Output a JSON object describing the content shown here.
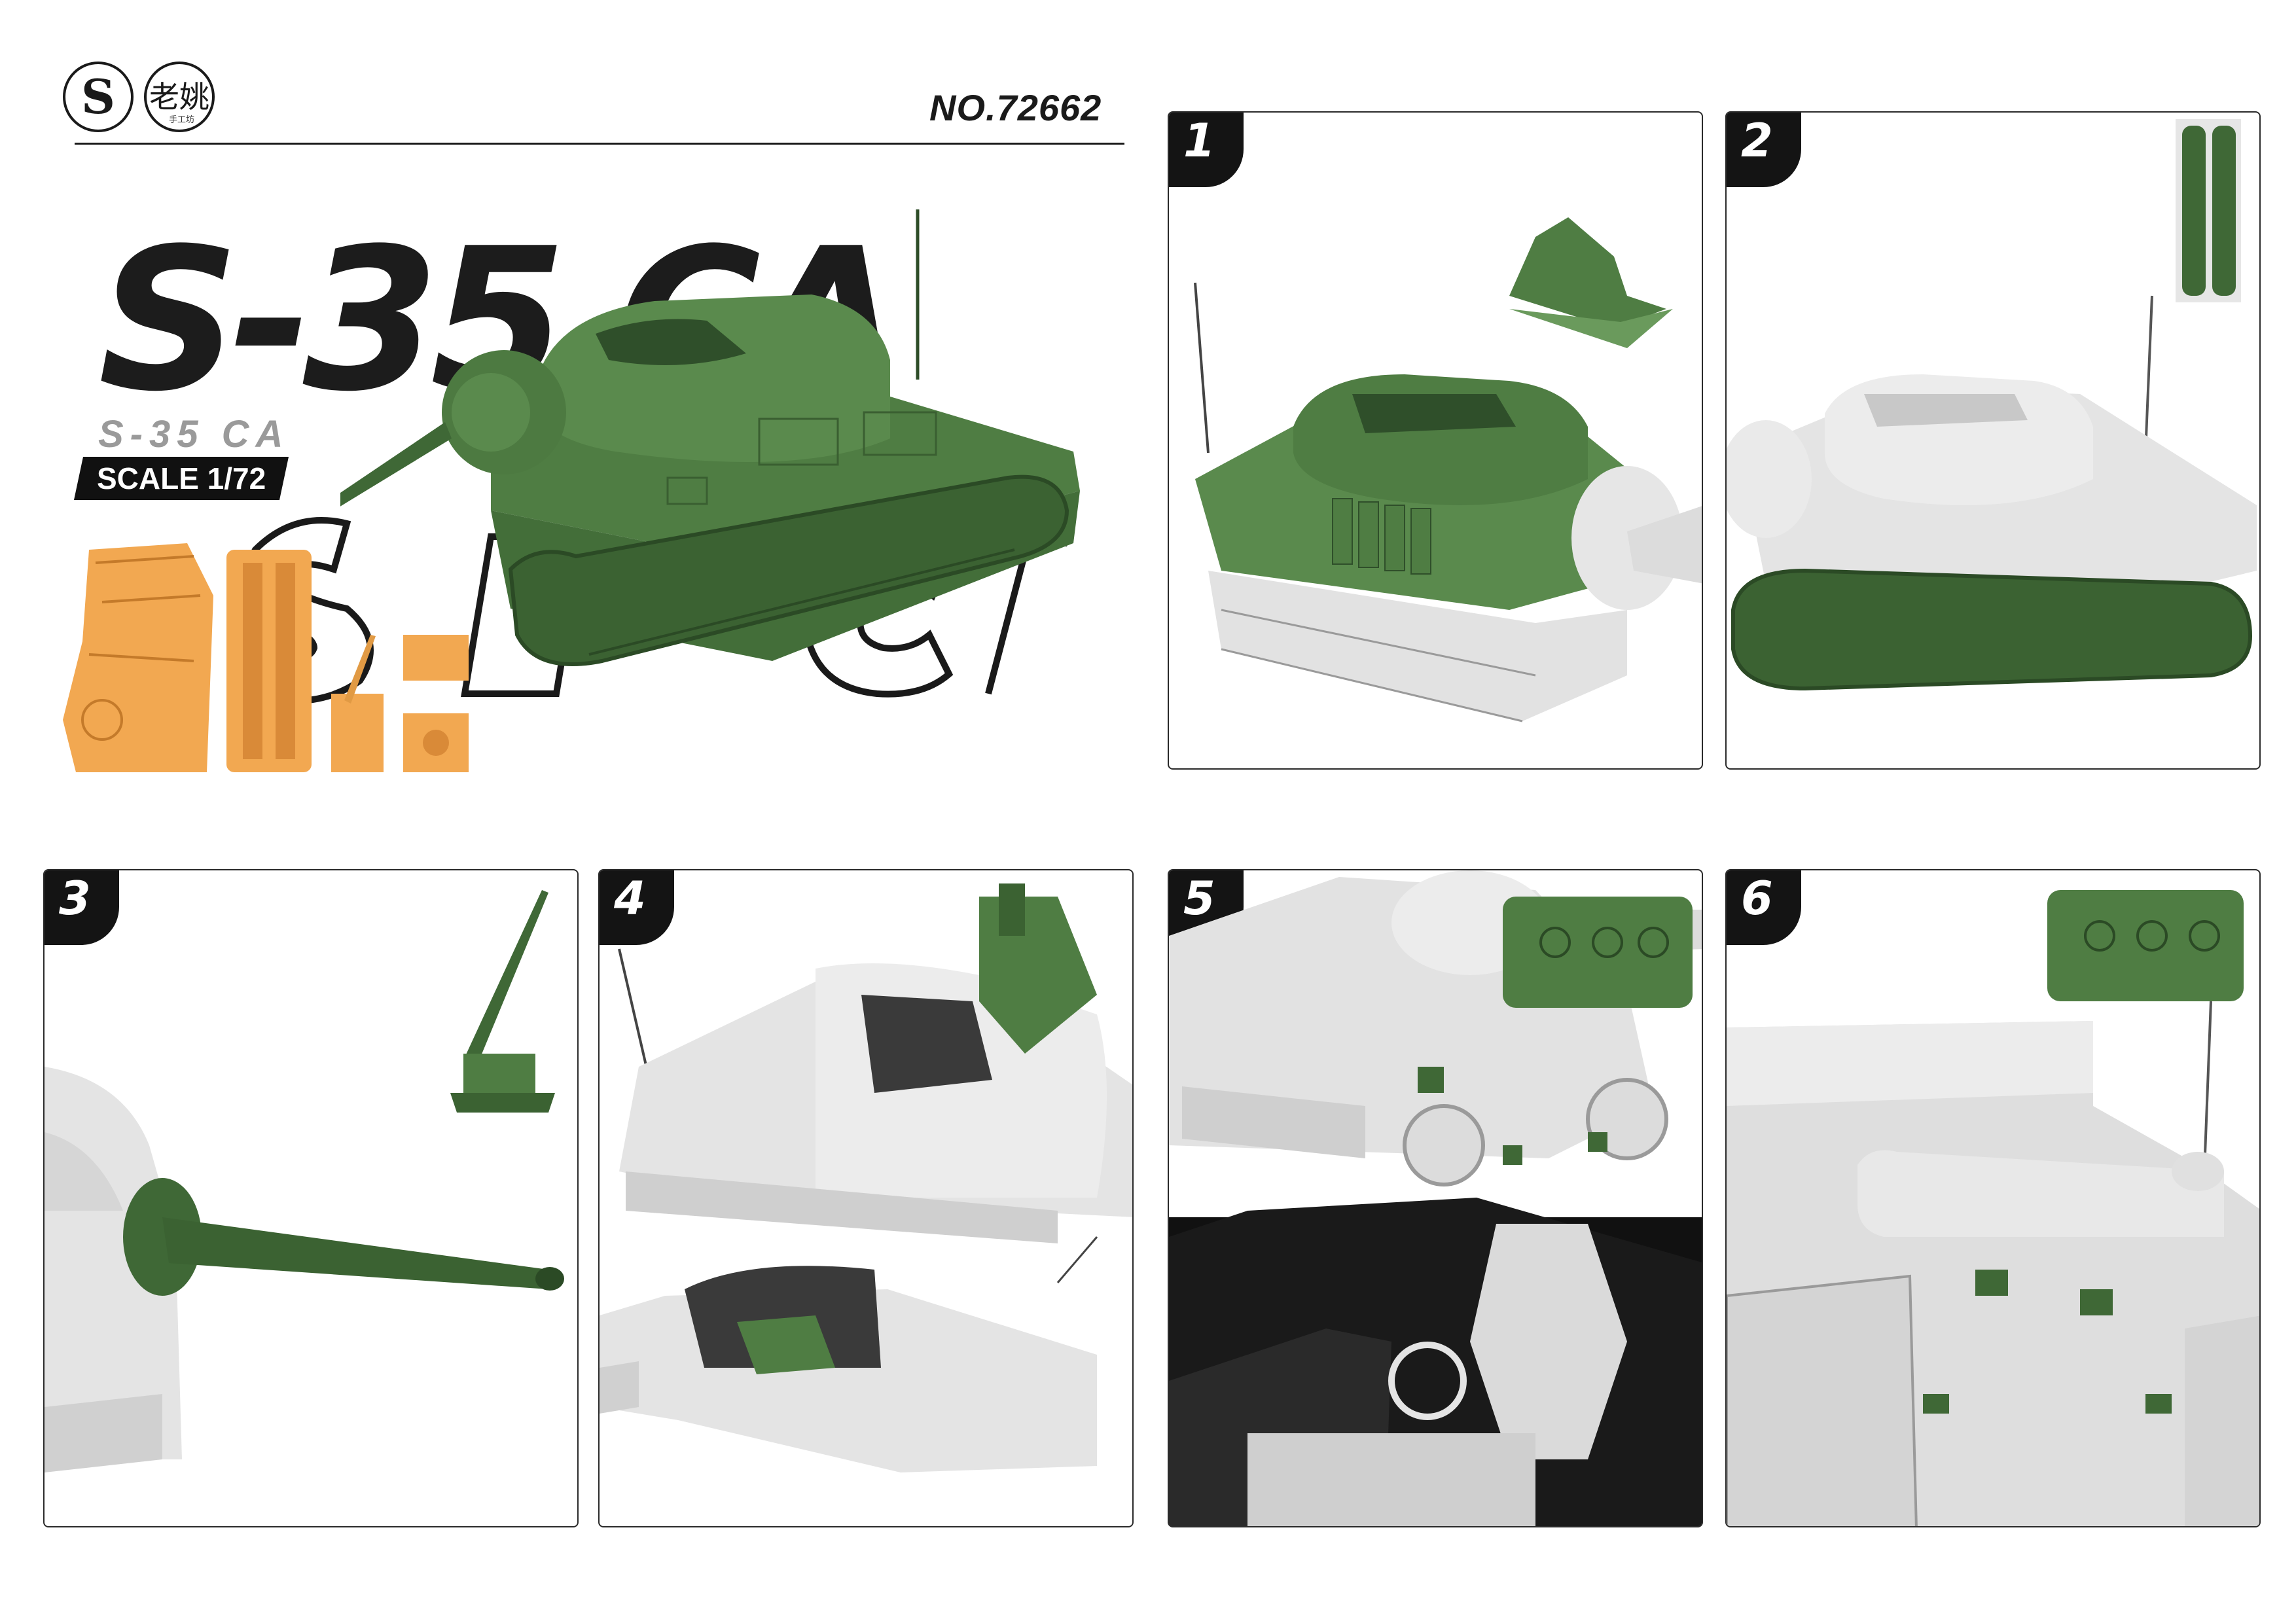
{
  "header": {
    "logo_letter": "S",
    "logo_chinese": "老姚",
    "logo_chinese_sub": "手工坊",
    "kit_number": "NO.72662"
  },
  "title": {
    "main": "S-35 CA",
    "subtitle": "S-35 CA",
    "scale": "SCALE 1/72"
  },
  "colors": {
    "tank_green": "#4f7d43",
    "tank_green_dark": "#3b6232",
    "resin_orange": "#f2a851",
    "primer_grey": "#e4e4e4",
    "ink": "#1a1a1a"
  },
  "steps": [
    {
      "number": "1"
    },
    {
      "number": "2"
    },
    {
      "number": "3"
    },
    {
      "number": "4"
    },
    {
      "number": "5"
    },
    {
      "number": "6"
    }
  ]
}
